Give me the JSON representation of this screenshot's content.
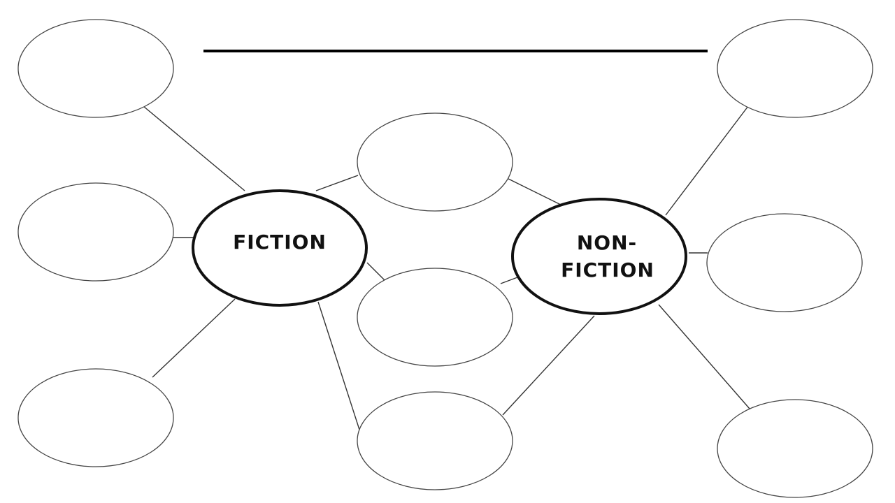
{
  "hubs": {
    "fiction": {
      "label": "FICTION"
    },
    "nonfiction": {
      "label_line1": "NON-",
      "label_line2": "FICTION"
    }
  },
  "colors": {
    "background": "#ffffff",
    "outline": "#111111"
  }
}
